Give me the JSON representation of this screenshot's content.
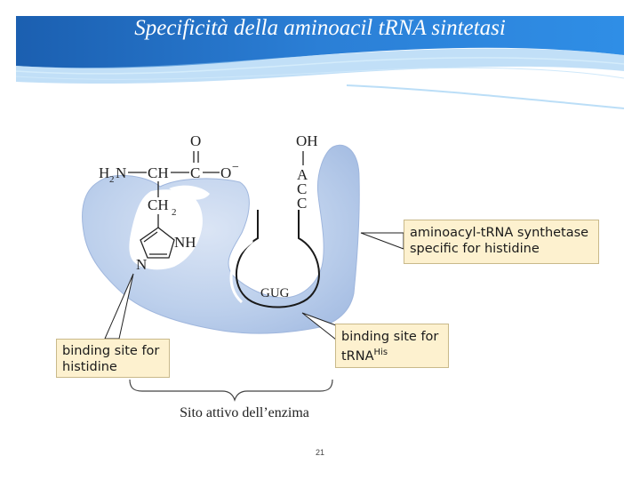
{
  "slide": {
    "title": "Specificità della aminoacil tRNA sintetasi",
    "caption": "Sito attivo dell’enzima",
    "page_number": "21"
  },
  "diagram": {
    "amino_acid": {
      "nh2": "H",
      "nh2_sub": "2",
      "nh2_tail": "N",
      "ch": "CH",
      "c": "C",
      "o_minus": "O",
      "minus": "−",
      "o_top": "O",
      "ch2": "CH",
      "ch2_sub": "2",
      "nh": "NH",
      "n": "N"
    },
    "trna_end": {
      "oh": "OH",
      "a": "A",
      "c1": "C",
      "c2": "C"
    },
    "anticodon": "GUG"
  },
  "labels": {
    "synthetase_line1": "aminoacyl-tRNA synthetase",
    "synthetase_line2": "specific for histidine",
    "trna_site_line1": "binding site for",
    "trna_site_line2": "tRNA",
    "trna_site_sup": "His",
    "histidine_site_line1": "binding site for",
    "histidine_site_line2": "histidine"
  },
  "colors": {
    "enzyme": "#b3c7e6",
    "header_blue": "#1f6fc4",
    "callout_fill": "#fdf1cf"
  }
}
